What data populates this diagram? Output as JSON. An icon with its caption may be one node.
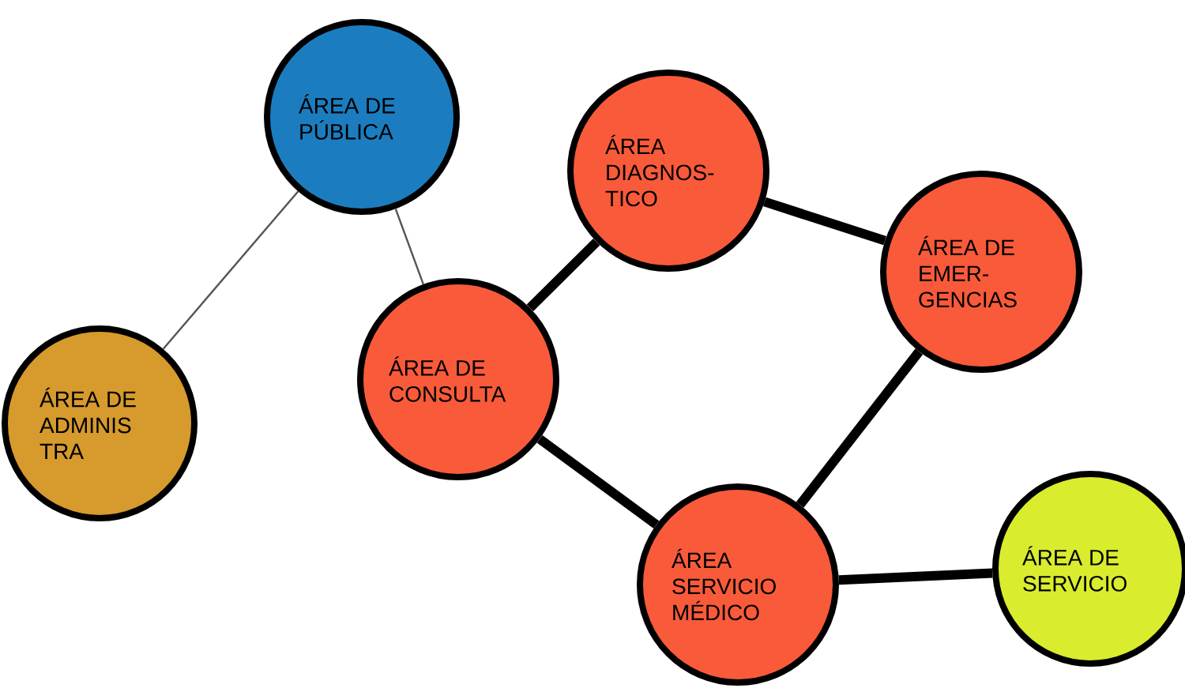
{
  "diagram": {
    "nodes": [
      {
        "text": [
          "ÁREA DE PÚBLICA"
        ]
      },
      {
        "text": [
          "ÁREA DE ADMINIS TRA"
        ]
      },
      {
        "text": [
          "ÁREA DE CONSULTA"
        ]
      },
      {
        "text": [
          "ÁREA DIAGNOS- TICO"
        ]
      },
      {
        "text": [
          "ÁREA DE EMER- GENCIAS"
        ]
      },
      {
        "text": [
          "ÁREA SERVICIO MÉDICO"
        ]
      },
      {
        "text": [
          "ÁREA DE SERVICIO"
        ]
      }
    ],
    "edges": [
      {
        "from": 0,
        "to": 1,
        "arrow": "none",
        "color": "#555555"
      },
      {
        "from": 0,
        "to": 2,
        "arrow": "none",
        "color": "#555555"
      },
      {
        "from": 2,
        "to": 3,
        "arrow": "none"
      },
      {
        "from": 3,
        "to": 4,
        "arrow": "none"
      },
      {
        "from": 4,
        "to": 5,
        "arrow": "none"
      },
      {
        "from": 2,
        "to": 5,
        "arrow": "none"
      },
      {
        "from": 5,
        "to": 6,
        "arrow": "none"
      }
    ]
  }
}
